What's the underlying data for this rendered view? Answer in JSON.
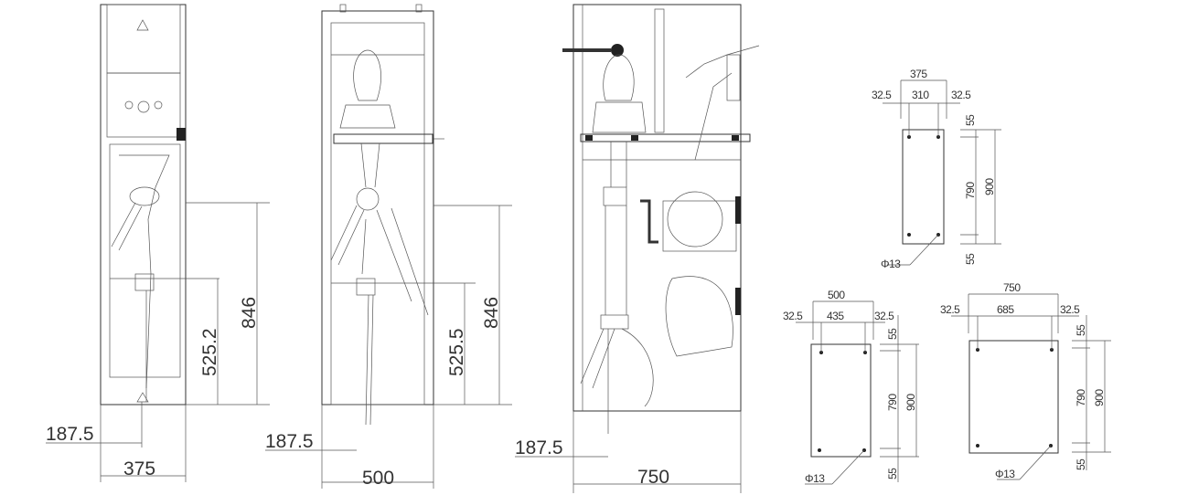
{
  "cabinets": [
    {
      "width": "375",
      "offset": "187.5",
      "height_total": "846",
      "height_mid": "525.2"
    },
    {
      "width": "500",
      "offset": "187.5",
      "height_total": "846",
      "height_mid": "525.5"
    },
    {
      "width": "750",
      "offset": "187.5"
    }
  ],
  "plans": [
    {
      "total": "375",
      "margin_left": "32.5",
      "inner": "310",
      "margin_right": "32.5",
      "depth": "900",
      "inner_depth": "790",
      "edge_top": "55",
      "edge_bottom": "55",
      "hole": "Φ13"
    },
    {
      "total": "500",
      "margin_left": "32.5",
      "inner": "435",
      "margin_right": "32.5",
      "depth": "900",
      "inner_depth": "790",
      "edge_top": "55",
      "edge_bottom": "55",
      "hole": "Φ13"
    },
    {
      "total": "750",
      "margin_left": "32.5",
      "inner": "685",
      "margin_right": "32.5",
      "depth": "900",
      "inner_depth": "790",
      "edge_top": "55",
      "edge_bottom": "55",
      "hole": "Φ13"
    }
  ]
}
